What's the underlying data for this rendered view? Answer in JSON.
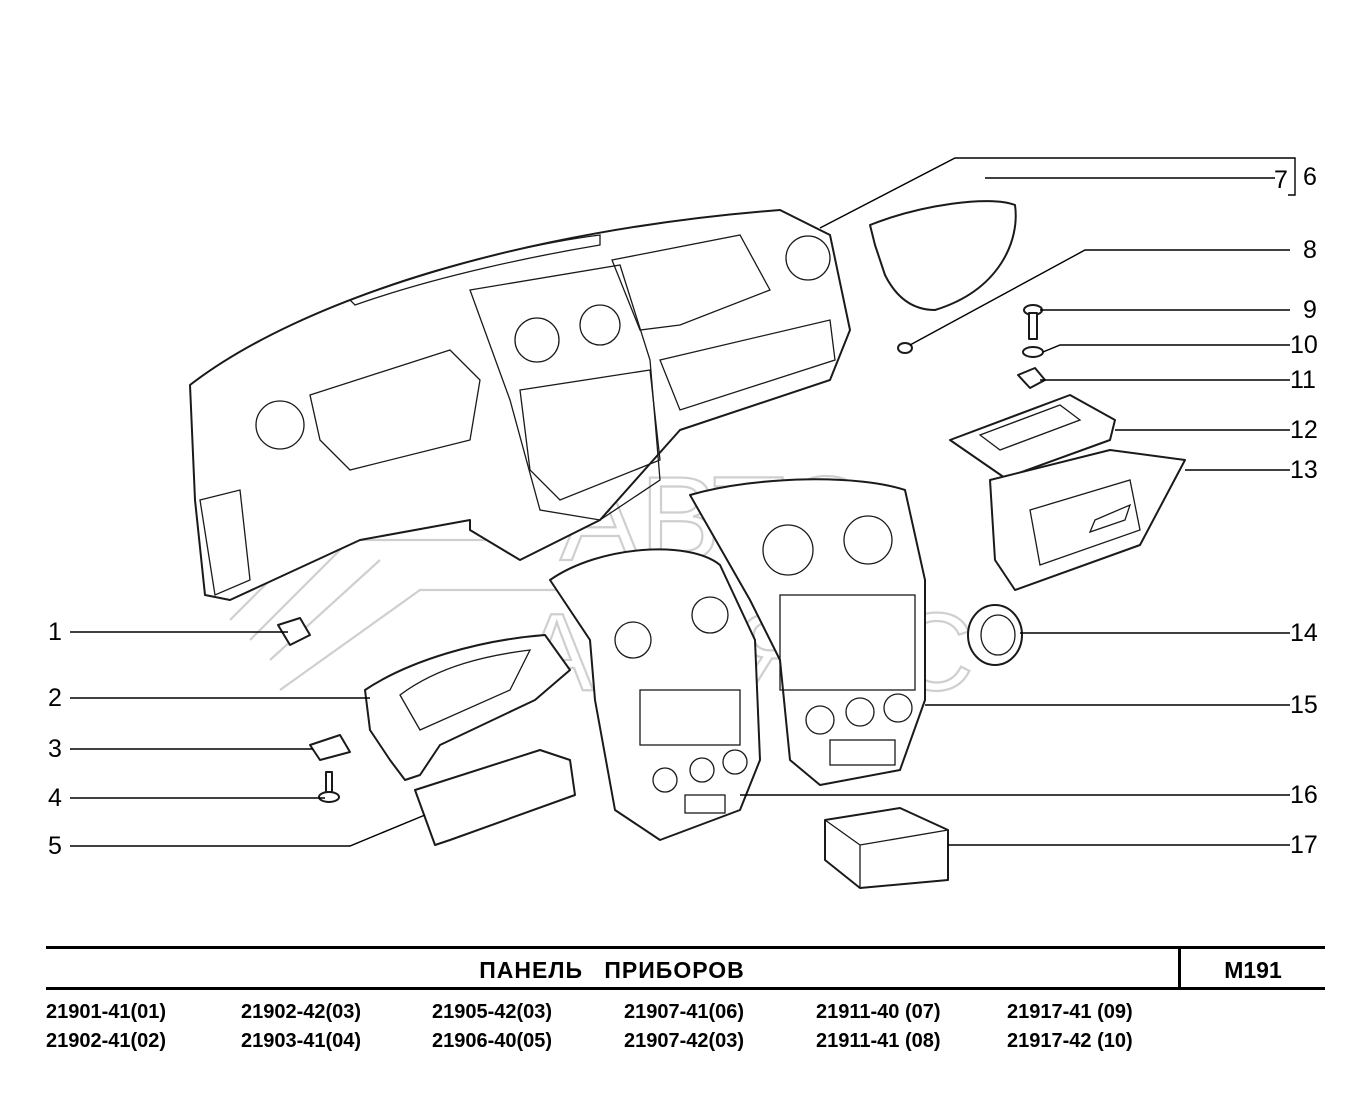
{
  "callouts": [
    {
      "label": "1"
    },
    {
      "label": "2"
    },
    {
      "label": "3"
    },
    {
      "label": "4"
    },
    {
      "label": "5"
    },
    {
      "label": "6"
    },
    {
      "label": "7"
    },
    {
      "label": "8"
    },
    {
      "label": "9"
    },
    {
      "label": "10"
    },
    {
      "label": "11"
    },
    {
      "label": "12"
    },
    {
      "label": "13"
    },
    {
      "label": "14"
    },
    {
      "label": "15"
    },
    {
      "label": "16"
    },
    {
      "label": "17"
    }
  ],
  "watermark": {
    "line1": "АВТО",
    "line2": "АЛЬЯНС"
  },
  "title": {
    "name": "ПАНЕЛЬ ПРИБОРОВ",
    "code": "М191"
  },
  "models": [
    [
      "21901-41(01)",
      "21902-41(02)"
    ],
    [
      "21902-42(03)",
      "21903-41(04)"
    ],
    [
      "21905-42(03)",
      "21906-40(05)"
    ],
    [
      "21907-41(06)",
      "21907-42(03)"
    ],
    [
      "21911-40 (07)",
      "21911-41 (08)"
    ],
    [
      "21917-41 (09)",
      "21917-42 (10)"
    ]
  ]
}
